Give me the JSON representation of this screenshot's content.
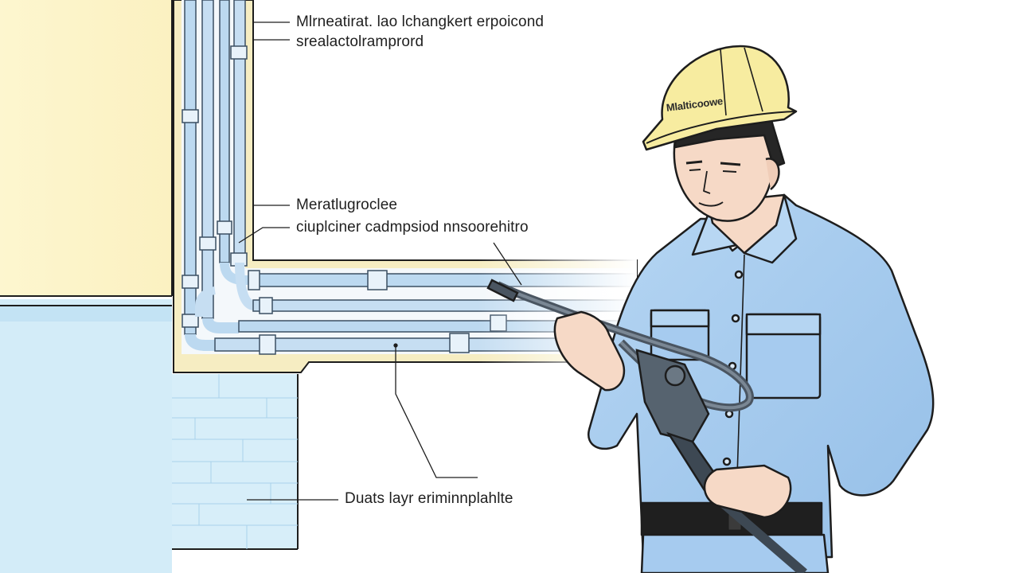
{
  "callouts": {
    "top_line_1": "Mlrneatirat. lao lchangkert erpoicond",
    "top_line_2": "srealactolramprord",
    "mid_line_1": "Meratlugroclee",
    "mid_line_2": "ciuplciner cadmpsiod nnsoorehitro",
    "bottom": "Duats layr eriminnplahlte"
  },
  "helmet_label": "Mlalticoowe",
  "colors": {
    "wall_cream": "#fbf3c6",
    "water_blue": "#cfeaf7",
    "pipe_blue": "#bcd9f0",
    "shirt_blue": "#a8cdf0",
    "helmet_yellow": "#f7eca0",
    "outline": "#1d1d1d"
  }
}
